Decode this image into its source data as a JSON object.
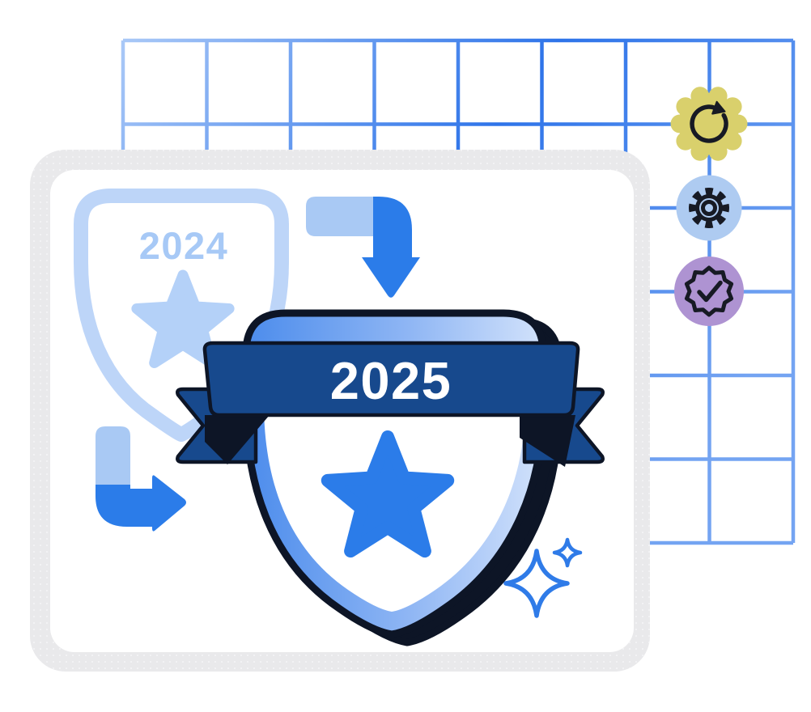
{
  "illustration": {
    "description": "Badge renewal illustration: faded 2024 shield badge transforming into a bold 2025 shield badge with ribbon banner, on a framed card over a blue grid, with refresh, gear and verified-check icon badges and sparkles",
    "old_badge": {
      "year": "2024"
    },
    "new_badge": {
      "year": "2025"
    },
    "side_icons": [
      {
        "icon": "refresh-icon",
        "shape": "scalloped-seal",
        "color": "#D9D06C"
      },
      {
        "icon": "gear-icon",
        "shape": "circle",
        "color": "#AECBF1"
      },
      {
        "icon": "verified-check-icon",
        "shape": "seal-in-circle",
        "color": "#AE93D2"
      }
    ],
    "colors": {
      "accent_blue": "#2B7CE9",
      "light_blue": "#A9C9F4",
      "pale_outline_blue": "#BDD5F8",
      "pale_text_blue": "#A7C9F6",
      "pale_star_blue": "#B4D1F8",
      "banner_navy": "#17498D",
      "dark_outline": "#0D1526",
      "grid_blue": "#2E74E9",
      "card_frame_gray": "#E9E9EB",
      "card_white": "#FFFFFF",
      "seal_yellow": "#D9D06C",
      "icon_circle_blue": "#AECBF1",
      "seal_purple": "#AE93D2",
      "icon_stroke": "#171A24",
      "sparkle_blue": "#2F7BE8",
      "banner_text": "#FFFFFF"
    }
  }
}
